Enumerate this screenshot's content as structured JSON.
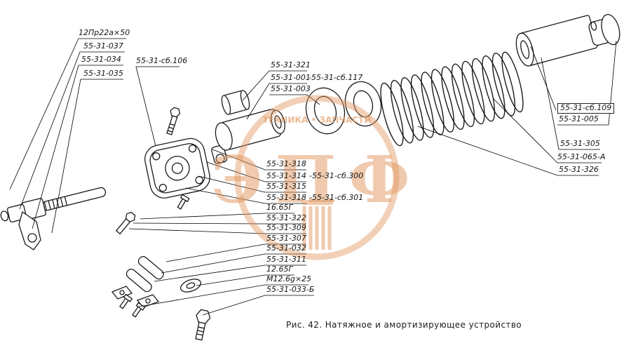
{
  "figure": {
    "caption": "Рис. 42. Натяжное и амортизирующее устройство"
  },
  "watermark": {
    "letters": "ЭПФ",
    "tagline": "ТЕХНИКА • ЗАПЧАСТИ",
    "color": "#e2975f"
  },
  "labels": [
    {
      "text": "12Пр22а×50"
    },
    {
      "text": "55-31-037"
    },
    {
      "text": "55-31-034"
    },
    {
      "text": "55-31-035"
    },
    {
      "text": "55-31-сб.106"
    },
    {
      "text": "55-31-321"
    },
    {
      "text": "55-31-001"
    },
    {
      "text": "-55-31-сб.117"
    },
    {
      "text": "55-31-003"
    },
    {
      "text": "55-31-сб.109"
    },
    {
      "text": "55-31-005"
    },
    {
      "text": "55-31-305"
    },
    {
      "text": "55-31-065-А"
    },
    {
      "text": "55-31-326"
    },
    {
      "text": "55-31-318"
    },
    {
      "text": "55-31-314"
    },
    {
      "text": "-55-31-сб.300"
    },
    {
      "text": "55-31-315"
    },
    {
      "text": "55-31-318"
    },
    {
      "text": "-55-31-сб.301"
    },
    {
      "text": "16.65Г"
    },
    {
      "text": "55-31-322"
    },
    {
      "text": "55-31-309"
    },
    {
      "text": "55-31-307"
    },
    {
      "text": "55-31-032"
    },
    {
      "text": "55-31-311"
    },
    {
      "text": "12.65Г"
    },
    {
      "text": "М12.6g×25"
    },
    {
      "text": "55-31-033-Б"
    }
  ]
}
